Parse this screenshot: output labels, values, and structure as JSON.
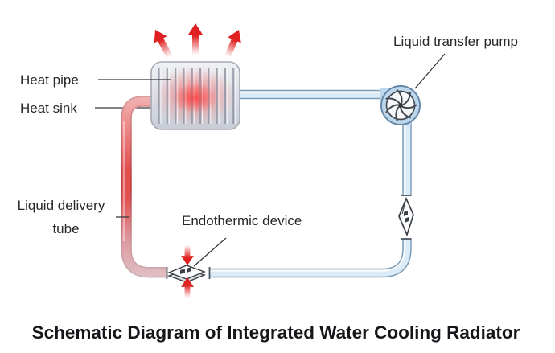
{
  "diagram": {
    "title": "Schematic Diagram of Integrated Water Cooling Radiator",
    "labels": {
      "heat_pipe": "Heat pipe",
      "heat_sink": "Heat sink",
      "liquid_delivery_line1": "Liquid delivery",
      "liquid_delivery_line2": "tube",
      "endothermic_device": "Endothermic device",
      "liquid_transfer_pump": "Liquid transfer pump"
    },
    "components": {
      "radiator": "finned heat sink with heat pipes, red heat glow",
      "pump": "liquid transfer pump impeller at top-right corner of loop",
      "valve": "inline device on right vertical tube",
      "endothermic_device": "flat chip in bottom tube absorbing heat (red arrows in)",
      "hot_tube": "red liquid delivery tube on left side of loop",
      "cool_tubes": "light blue coolant tubes (top, right, bottom)"
    },
    "colors": {
      "heat_arrow_red": "#e02020",
      "hot_tube_red": "#dd4a4a",
      "cool_tube_fill": "#dcebf8",
      "cool_tube_border": "#7d9cb8",
      "radiator_body": "#d9dce3",
      "fin_gray": "#9096a4",
      "pump_ring_blue": "#bdd7ec",
      "outline_dark": "#3a3f46",
      "label_text": "#26282b",
      "background": "#ffffff"
    }
  }
}
